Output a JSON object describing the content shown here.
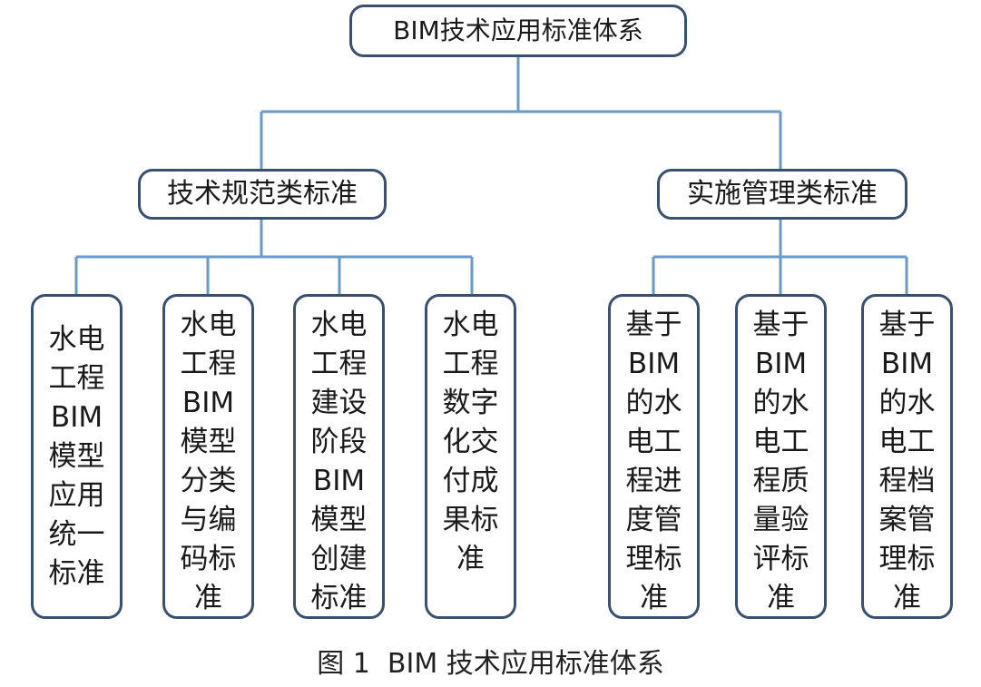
{
  "diagram": {
    "root": "BIM技术应用标准体系",
    "categories": [
      {
        "label": "技术规范类标准",
        "leaves": [
          "水电工程BIM模型应用统一标准",
          "水电工程BIM模型分类与编码标准",
          "水电工程建设阶段BIM模型创建标准",
          "水电工程数字化交付成果标准"
        ]
      },
      {
        "label": "实施管理类标准",
        "leaves": [
          "基于BIM的水电工程进度管理标准",
          "基于BIM的水电工程质量验评标准",
          "基于BIM的水电工程档案管理标准"
        ]
      }
    ],
    "line_color": "#6a9bc8",
    "border_color": "#3a5070"
  },
  "caption": {
    "figure_number": "图 1",
    "title": "BIM 技术应用标准体系"
  }
}
